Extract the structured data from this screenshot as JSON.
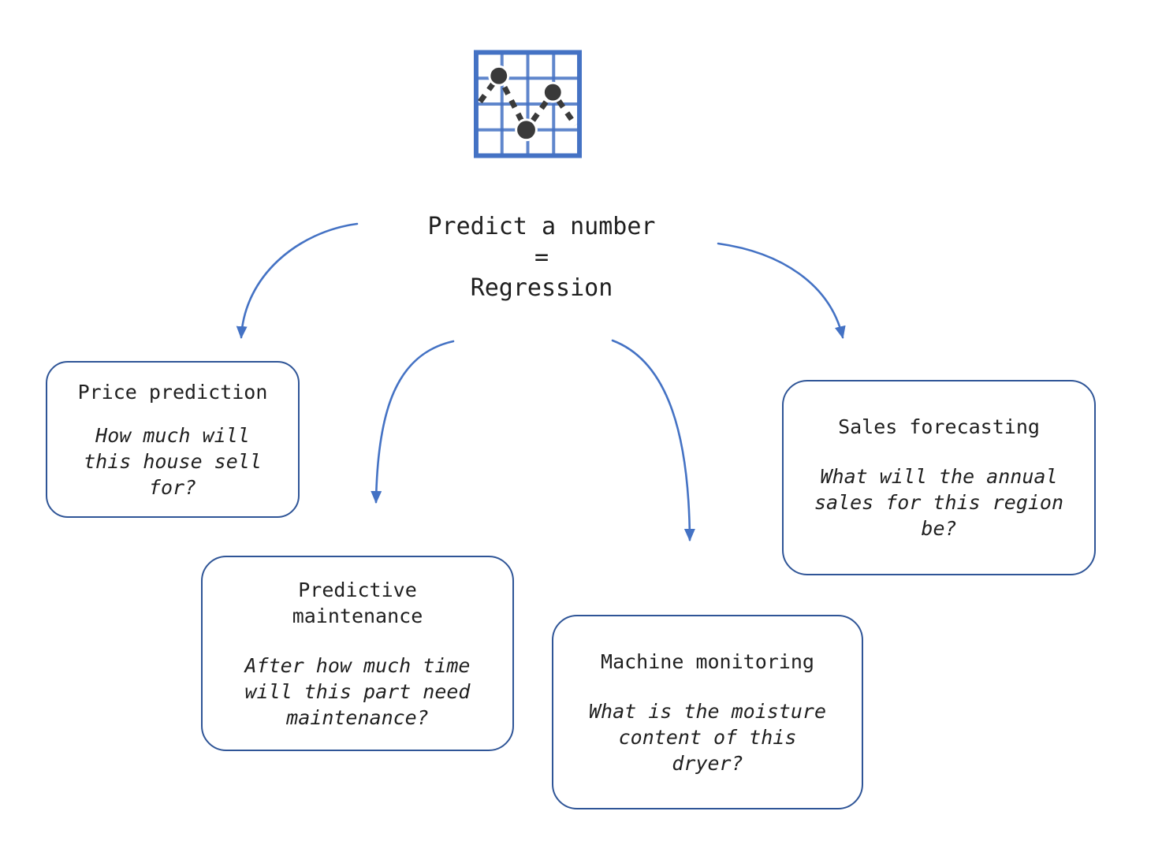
{
  "colors": {
    "arrow": "#4472C4",
    "box_border": "#2F5597",
    "text": "#1f1f1f",
    "icon_grid": "#4472C4",
    "icon_marker": "#3a3a3a"
  },
  "center_label": "Predict a number\n=\nRegression",
  "icon": "line-chart-icon",
  "boxes": [
    {
      "id": "price-prediction",
      "title": "Price prediction",
      "question": "How much will\nthis house sell\nfor?"
    },
    {
      "id": "predictive-maintenance",
      "title": "Predictive\nmaintenance",
      "question": "After how much time\nwill this part need\nmaintenance?"
    },
    {
      "id": "machine-monitoring",
      "title": "Machine monitoring",
      "question": "What is the moisture\ncontent of this\ndryer?"
    },
    {
      "id": "sales-forecasting",
      "title": "Sales forecasting",
      "question": "What will the annual\nsales for this region\nbe?"
    }
  ]
}
